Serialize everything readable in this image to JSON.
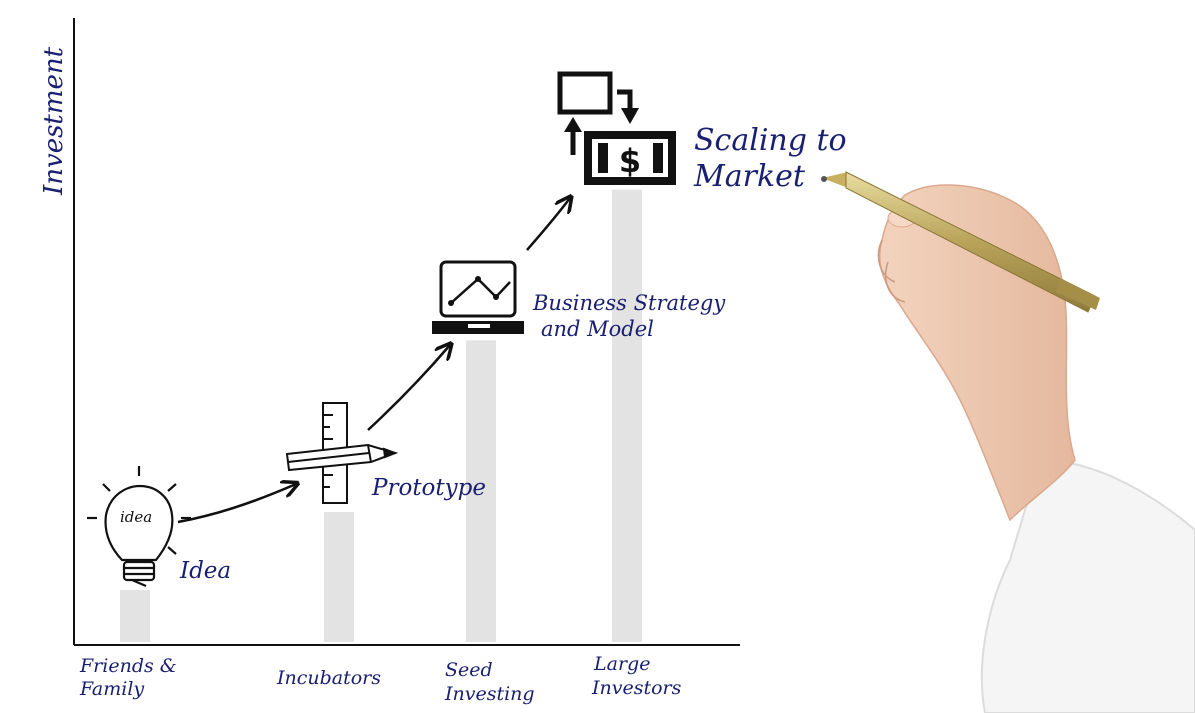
{
  "axis": {
    "y_label": "Investment"
  },
  "categories": [
    {
      "line1": "Friends &",
      "line2": "Family"
    },
    {
      "line1": "Incubators",
      "line2": ""
    },
    {
      "line1": "Seed",
      "line2": "Investing"
    },
    {
      "line1": "Large",
      "line2": "Investors"
    }
  ],
  "stages": [
    {
      "label1": "Idea",
      "label2": "",
      "icon": "lightbulb-icon",
      "bulb_text": "idea"
    },
    {
      "label1": "Prototype",
      "label2": "",
      "icon": "pencil-ruler-icon"
    },
    {
      "label1": "Business Strategy",
      "label2": "and Model",
      "icon": "laptop-chart-icon"
    },
    {
      "label1": "Scaling to",
      "label2": "Market",
      "icon": "money-transfer-icon"
    }
  ],
  "chart_data": {
    "type": "bar",
    "categories": [
      "Friends & Family",
      "Incubators",
      "Seed Investing",
      "Large Investors"
    ],
    "values": [
      1,
      2.5,
      5.8,
      8.7
    ],
    "ylabel": "Investment"
  },
  "colors": {
    "ink": "#1a2070",
    "bar": "#e3e3e3",
    "axis": "#111111",
    "pen_gold": "#c9b46a",
    "sleeve": "#f4f4f4",
    "skin": "#efc9b2"
  }
}
